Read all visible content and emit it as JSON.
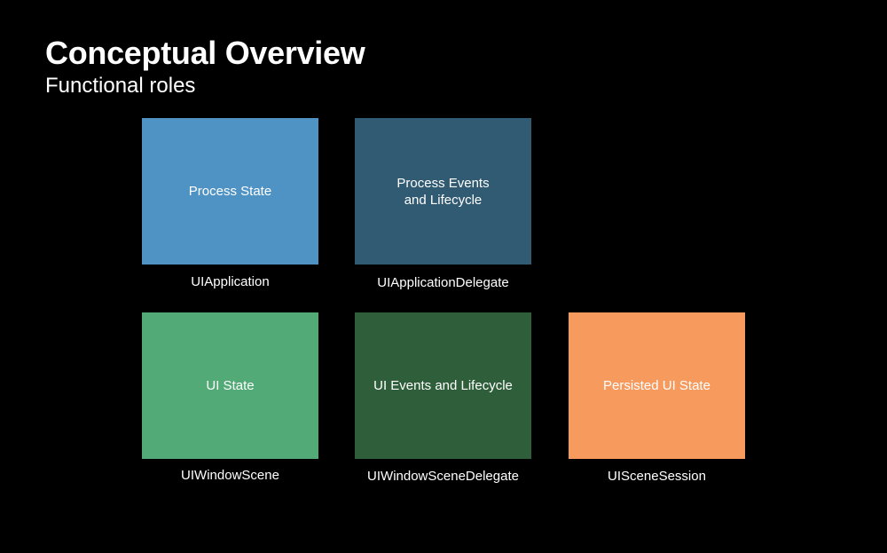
{
  "slide": {
    "title": "Conceptual Overview",
    "subtitle": "Functional roles"
  },
  "roles": [
    {
      "box_text": "Process State",
      "caption": "UIApplication",
      "color": "#4f93c4"
    },
    {
      "box_text": "Process Events\nand Lifecycle",
      "caption": "UIApplicationDelegate",
      "color": "#315a73"
    },
    {
      "box_text": "UI State",
      "caption": "UIWindowScene",
      "color": "#52ab77"
    },
    {
      "box_text": "UI Events and Lifecycle",
      "caption": "UIWindowSceneDelegate",
      "color": "#2e5f3a"
    },
    {
      "box_text": "Persisted UI State",
      "caption": "UISceneSession",
      "color": "#f79a5e"
    }
  ]
}
